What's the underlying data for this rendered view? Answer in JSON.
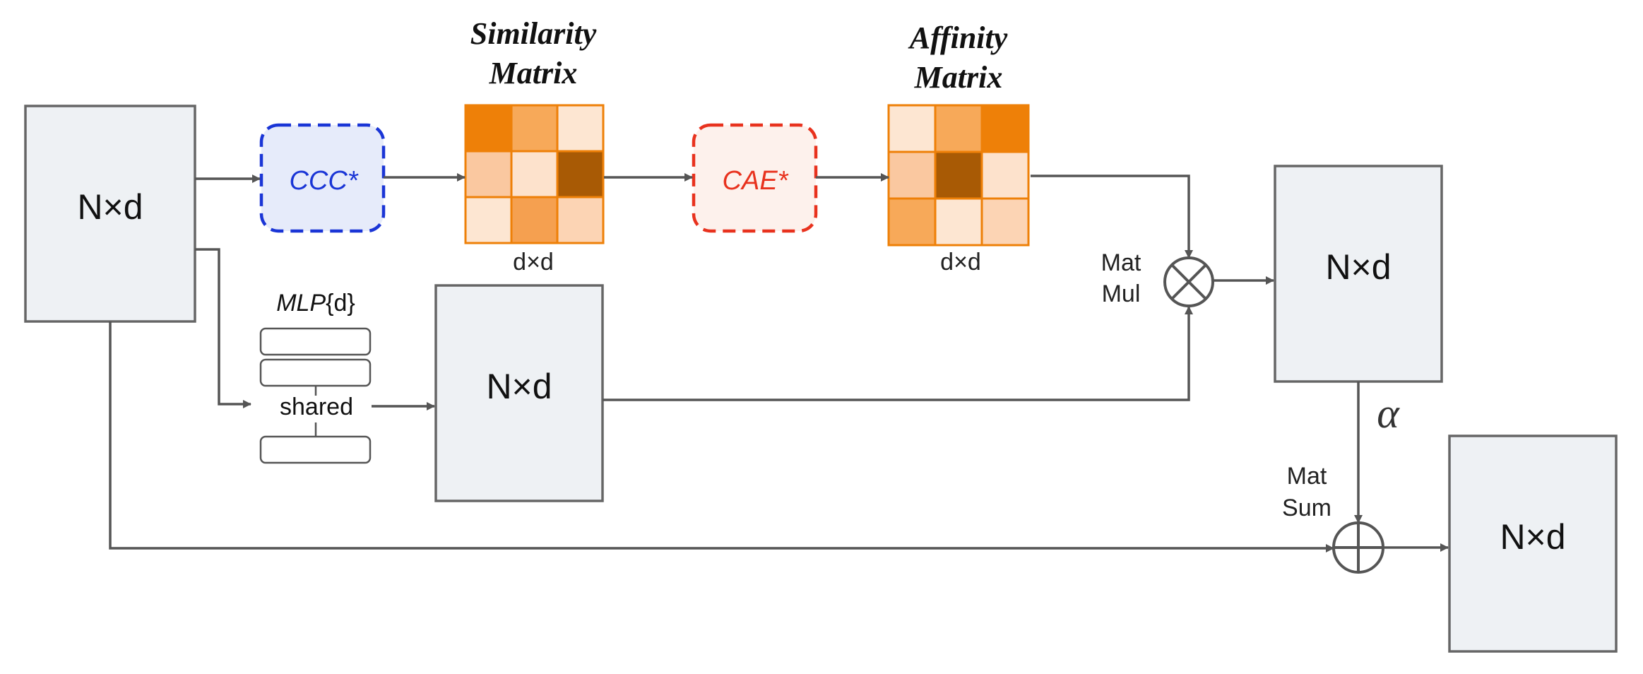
{
  "nodes": {
    "input": "N×d",
    "mlp_out": "N×d",
    "matmul_out": "N×d",
    "final_out": "N×d"
  },
  "ccc": {
    "label": "CCC*",
    "color": "#1a35d6",
    "fill": "#e6ebfa"
  },
  "cae": {
    "label": "CAE*",
    "color": "#e8321e",
    "fill": "#fdf1ec"
  },
  "similarity": {
    "title_line1": "Similarity",
    "title_line2": "Matrix",
    "dim": "d×d",
    "cells": [
      "#ee8008",
      "#f7a959",
      "#fde6d2",
      "#fac8a0",
      "#fde2cc",
      "#a85a05",
      "#fde6d2",
      "#f5a050",
      "#fcd4b4"
    ]
  },
  "affinity": {
    "title_line1": "Affinity",
    "title_line2": "Matrix",
    "dim": "d×d",
    "cells": [
      "#fde6d2",
      "#f7a959",
      "#ee8008",
      "#fac8a0",
      "#a85a05",
      "#fde2cc",
      "#f7a959",
      "#fde6d2",
      "#fcd4b4"
    ]
  },
  "mlp": {
    "label_italic": "MLP",
    "label_braced": "{d}",
    "shared": "shared"
  },
  "ops": {
    "matmul_line1": "Mat",
    "matmul_line2": "Mul",
    "matsum_line1": "Mat",
    "matsum_line2": "Sum",
    "alpha": "α"
  },
  "colors": {
    "box_fill": "#eef1f4",
    "box_stroke": "#666666",
    "matrix_stroke": "#ee8008",
    "edge": "#555555"
  }
}
